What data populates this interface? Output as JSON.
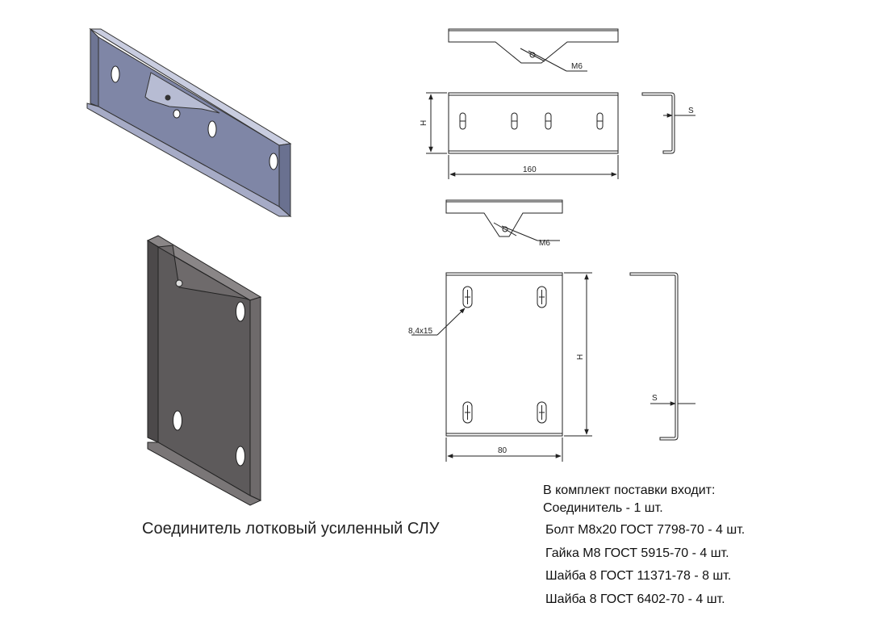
{
  "title": "Соединитель лотковый усиленный СЛУ",
  "dimensions": {
    "thread_top": "M6",
    "thread_bottom": "M6",
    "height_symbol_top": "H",
    "height_symbol_bottom": "H",
    "thickness_symbol_top": "S",
    "thickness_symbol_bottom": "S",
    "length_top": "160",
    "width_bottom": "80",
    "slot_size": "8,4x15"
  },
  "kit": {
    "heading": "В комплект поставки входит:",
    "items": [
      "Соединитель -  1 шт.",
      "Болт М8х20  ГОСТ 7798-70 - 4 шт.",
      "Гайка М8   ГОСТ 5915-70    - 4 шт.",
      "Шайба 8 ГОСТ 11371-78  - 8 шт.",
      "Шайба 8 ГОСТ 6402-70   - 4 шт."
    ]
  },
  "colors": {
    "part_light": "#8c93b3",
    "part_dark": "#5d5a5b",
    "line": "#222222"
  }
}
